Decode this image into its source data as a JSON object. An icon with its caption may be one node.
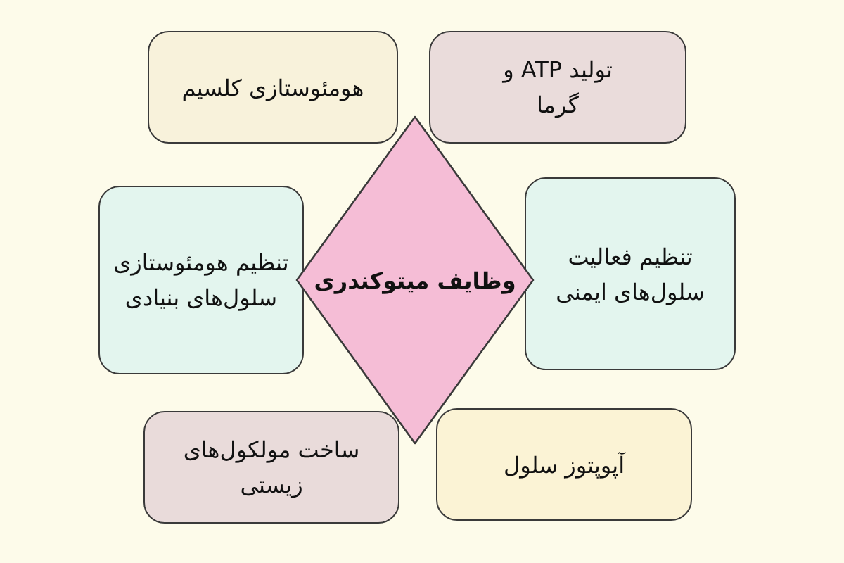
{
  "diagram": {
    "nodes": [
      {
        "text": [
          "وظایف میتوکندری"
        ]
      },
      {
        "text": [
          "تولید ATP و گرما"
        ]
      },
      {
        "text": [
          "هومئوستازی کلسیم"
        ]
      },
      {
        "text": [
          "تنظیم فعالیت سلول‌های ایمنی"
        ]
      },
      {
        "text": [
          "تنظیم هومئوستازی سلول‌های بنیادی"
        ]
      },
      {
        "text": [
          "آپوپتوز سلول"
        ]
      },
      {
        "text": [
          "ساخت مولکول‌های زیستی"
        ]
      }
    ]
  }
}
